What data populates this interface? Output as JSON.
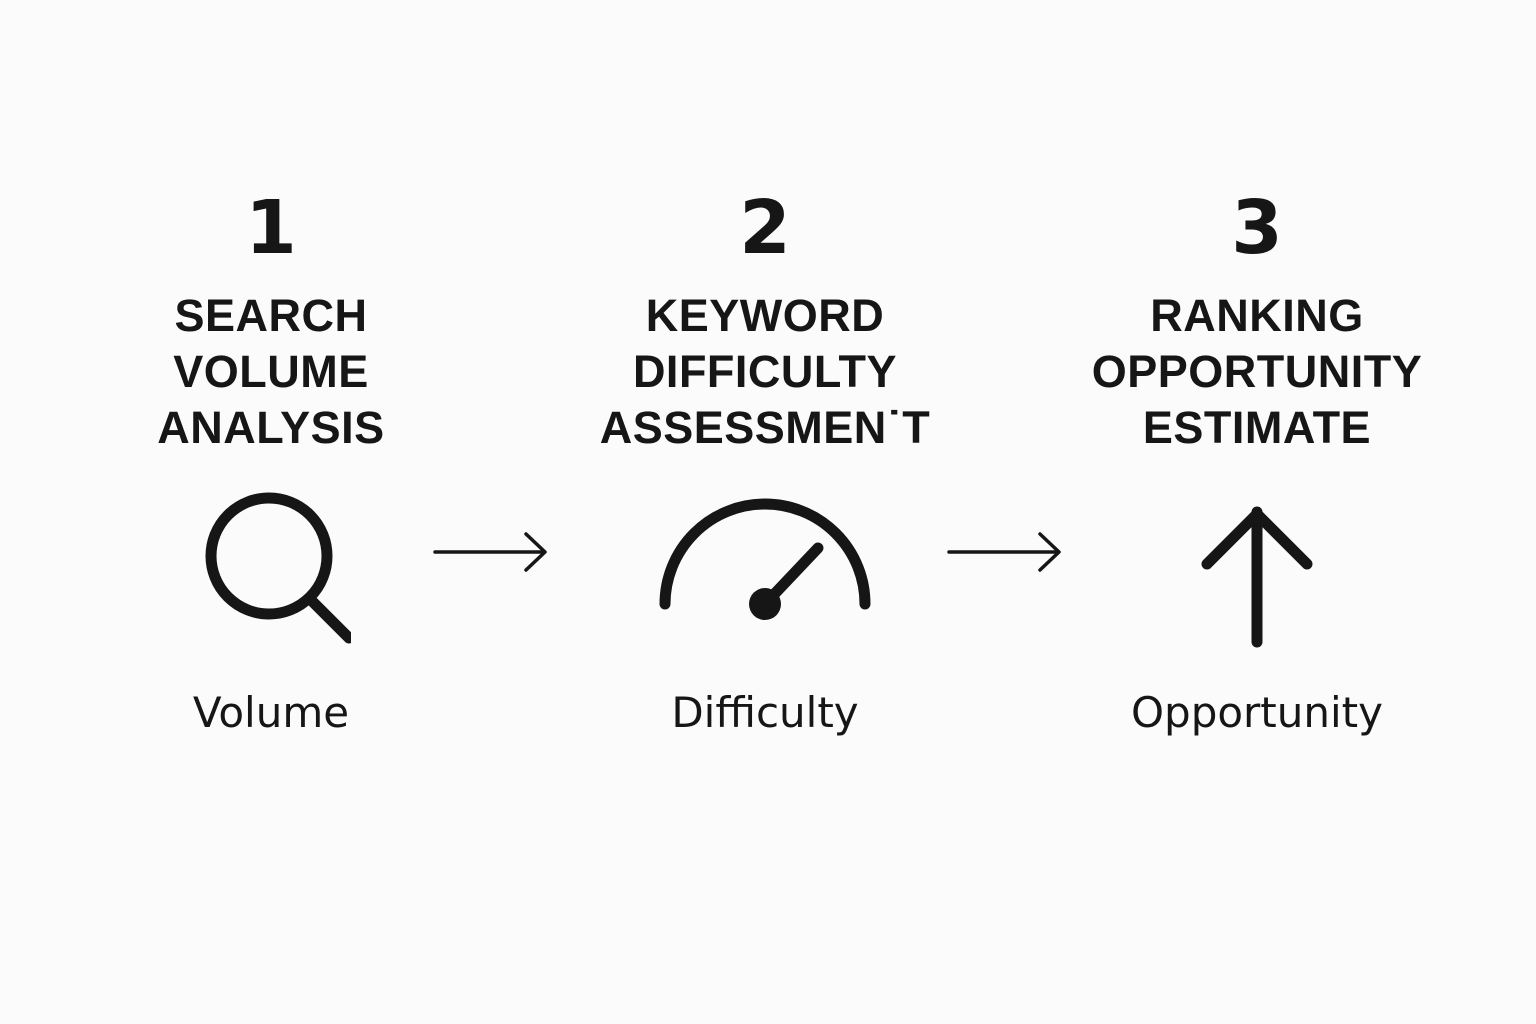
{
  "steps": [
    {
      "number": "1",
      "title_lines": [
        "SEARCH",
        "VOLUME",
        "ANALYSIS"
      ],
      "icon": "magnifying-glass-icon",
      "caption": "Volume"
    },
    {
      "number": "2",
      "title_lines": [
        "KEYWORD",
        "DIFFICULTY",
        "ASSESSMEN˙T"
      ],
      "icon": "gauge-icon",
      "caption": "Difficulty"
    },
    {
      "number": "3",
      "title_lines": [
        "RANKING",
        "OPPORTUNITY",
        "ESTIMATE"
      ],
      "icon": "arrow-up-icon",
      "caption": "Opportunity"
    }
  ],
  "connectors": [
    "arrow-right-icon",
    "arrow-right-icon"
  ],
  "colors": {
    "background": "#fbfbfb",
    "ink": "#161616"
  }
}
